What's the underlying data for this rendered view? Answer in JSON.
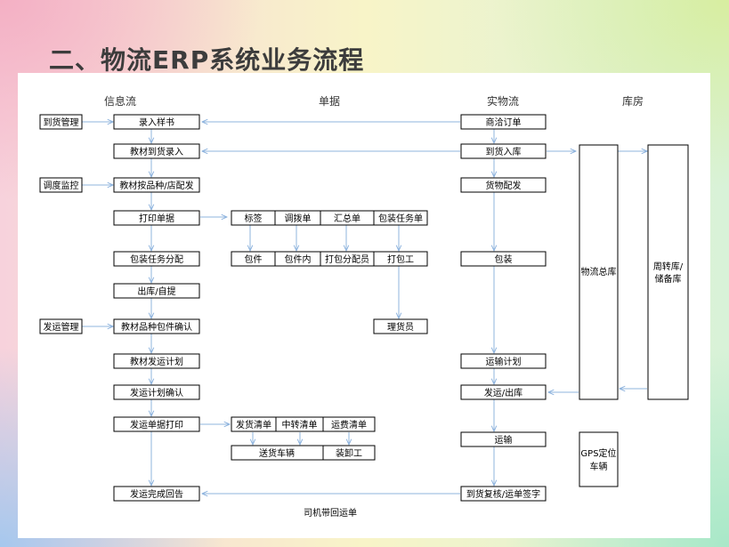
{
  "title": "二、物流ERP系统业务流程",
  "columns": {
    "info": "信息流",
    "docs": "单据",
    "physical": "实物流",
    "warehouse": "库房"
  },
  "side": {
    "arrival": "到货管理",
    "dispatch": "调度监控",
    "shipping": "发运管理"
  },
  "info_flow": {
    "enter_sample": "录入样书",
    "arrival_entry": "教材到货录入",
    "by_variety": "教材按品种/店配发",
    "print_docs": "打印单据",
    "pack_assign": "包装任务分配",
    "outbound": "出库/自提",
    "confirm_pack": "教材品种包件确认",
    "ship_plan": "教材发运计划",
    "confirm_plan": "发运计划确认",
    "print_ship_docs": "发运单据打印",
    "receipt": "发运完成回告"
  },
  "docs": {
    "row1": [
      "标签",
      "调拨单",
      "汇总单",
      "包装任务单"
    ],
    "row2": [
      "包件",
      "包件内",
      "打包分配员",
      "打包工"
    ],
    "tally": "理货员",
    "row3": [
      "发货清单",
      "中转清单",
      "运费清单"
    ],
    "row4": [
      "送货车辆",
      "装卸工"
    ]
  },
  "physical": {
    "order": "商洽订单",
    "inbound": "到货入库",
    "allocate": "货物配发",
    "pack": "包装",
    "transport_plan": "运输计划",
    "ship_out": "发运/出库",
    "transport": "运输",
    "sign": "到货复核/运单签字"
  },
  "warehouse": {
    "main": "物流总库",
    "turnover": "周转库/储备库",
    "gps": "GPS定位车辆"
  },
  "footer_note": "司机带回运单"
}
